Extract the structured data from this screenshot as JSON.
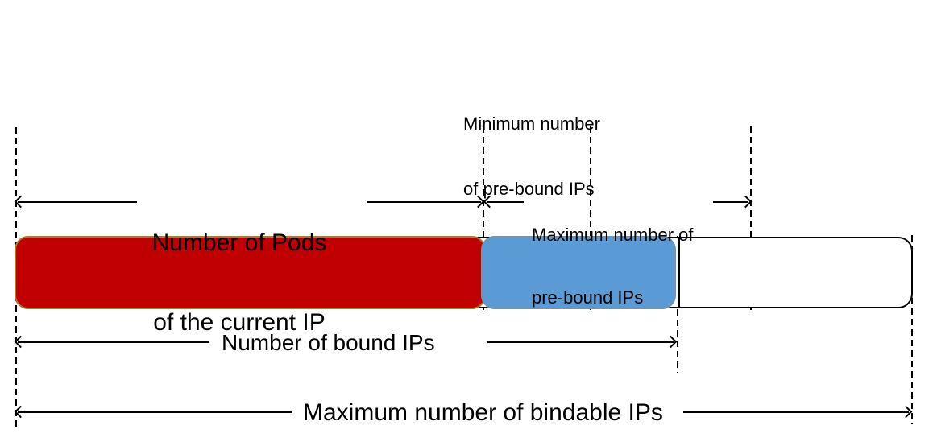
{
  "diagram": {
    "labels": {
      "min_prebound_line1": "Minimum number",
      "min_prebound_line2": "of pre-bound IPs",
      "pods_line1": "Number of Pods",
      "pods_line2": "of the current IP",
      "max_prebound_line1": "Maximum number of",
      "max_prebound_line2": "pre-bound IPs",
      "bound": "Number of bound IPs",
      "bindable": "Maximum number of bindable IPs"
    },
    "segments": [
      {
        "name": "pods-of-current-ip",
        "fill": "#C00000",
        "border": "#A87E2B"
      },
      {
        "name": "pre-bound-ips",
        "fill": "#5B9BD5",
        "border": "#7593AC"
      },
      {
        "name": "bindable-capacity",
        "fill": "#FFFFFF",
        "border": "#000000"
      }
    ],
    "line_color": "#000000"
  }
}
